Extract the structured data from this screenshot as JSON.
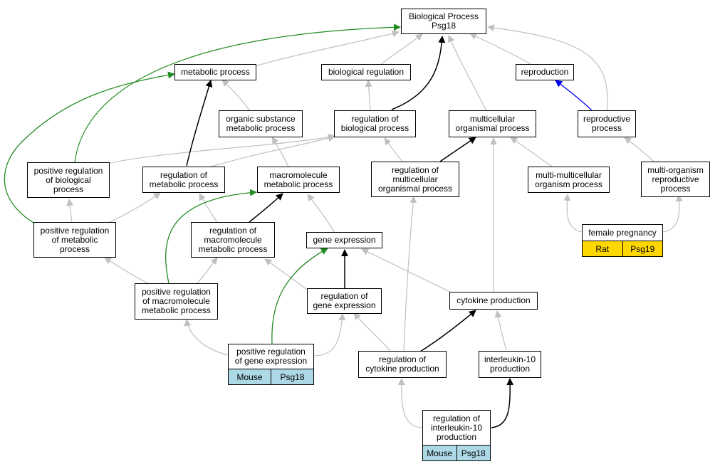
{
  "nodes": {
    "root": "Biological Process\nPsg18",
    "metabolic": "metabolic process",
    "bioreg": "biological regulation",
    "reproduction": "reproduction",
    "organic": "organic substance\nmetabolic process",
    "regbio": "regulation of\nbiological process",
    "multicell": "multicellular\norganismal process",
    "reproproc": "reproductive\nprocess",
    "posregbio": "positive regulation\nof biological\nprocess",
    "regmet": "regulation of\nmetabolic process",
    "macromol": "macromolecule\nmetabolic process",
    "regmulti": "regulation of\nmulticellular\norganismal process",
    "multimulti": "multi-multicellular\norganism process",
    "multiorg": "multi-organism\nreproductive\nprocess",
    "posregmet": "positive regulation\nof metabolic\nprocess",
    "regmacro": "regulation of\nmacromolecule\nmetabolic process",
    "geneexp": "gene expression",
    "pregnancy": "female pregnancy",
    "posregmacro": "positive regulation\nof macromolecule\nmetabolic process",
    "reggene": "regulation of\ngene expression",
    "cytokine": "cytokine production",
    "posreggene": "positive regulation\nof gene expression",
    "regcyto": "regulation of\ncytokine production",
    "il10": "interleukin-10\nproduction",
    "regil10": "regulation of\ninterleukin-10\nproduction"
  },
  "tags": {
    "pregnancy": [
      "Rat",
      "Psg19"
    ],
    "posreggene": [
      "Mouse",
      "Psg18"
    ],
    "regil10": [
      "Mouse",
      "Psg18"
    ]
  },
  "colors": {
    "gray_edge": "#c0c0c0",
    "black_edge": "#000000",
    "green_edge": "#228b22",
    "blue_edge": "#0000ff",
    "mouse_tag": "#add8e6",
    "rat_tag": "#ffd700"
  }
}
